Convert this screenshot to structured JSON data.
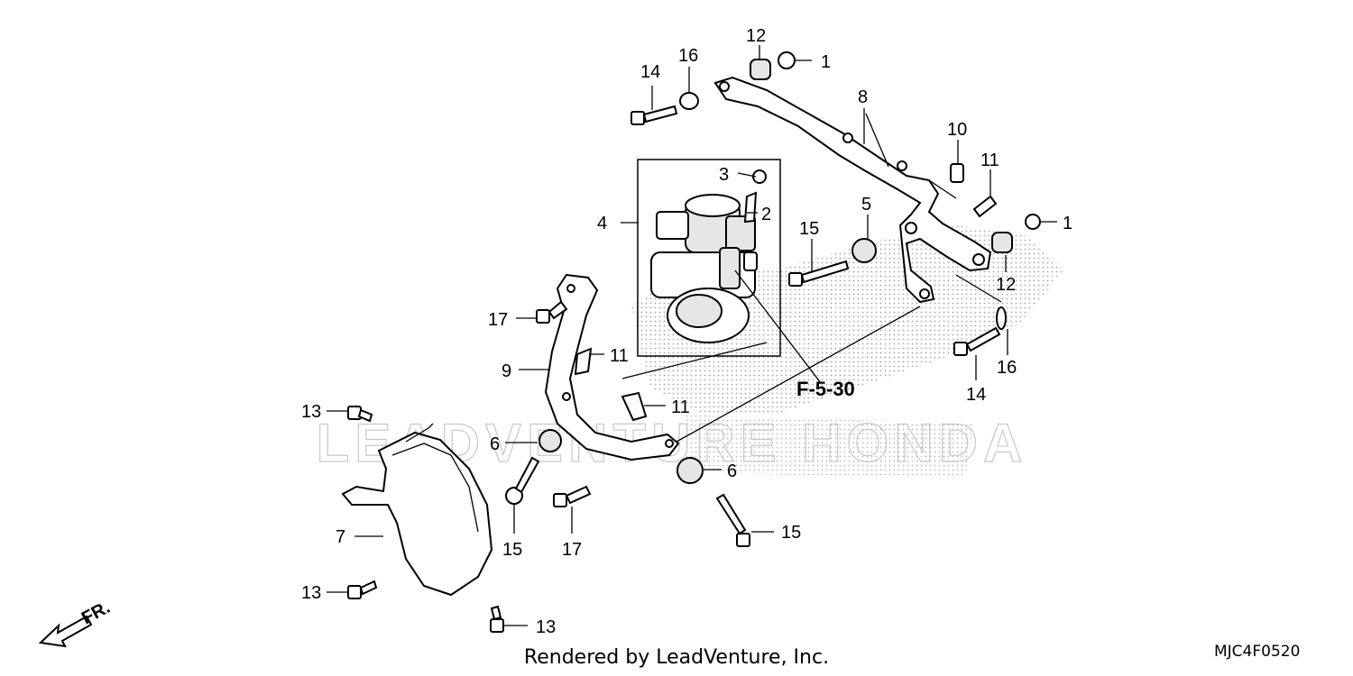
{
  "diagram": {
    "reference_label": "F-5-30",
    "front_indicator": "FR.",
    "watermark": "LEADVENTURE HONDA",
    "callouts": [
      {
        "id": "c1a",
        "text": "1"
      },
      {
        "id": "c1b",
        "text": "1"
      },
      {
        "id": "c2",
        "text": "2"
      },
      {
        "id": "c3",
        "text": "3"
      },
      {
        "id": "c4",
        "text": "4"
      },
      {
        "id": "c5",
        "text": "5"
      },
      {
        "id": "c6a",
        "text": "6"
      },
      {
        "id": "c6b",
        "text": "6"
      },
      {
        "id": "c7",
        "text": "7"
      },
      {
        "id": "c8",
        "text": "8"
      },
      {
        "id": "c9",
        "text": "9"
      },
      {
        "id": "c10",
        "text": "10"
      },
      {
        "id": "c11a",
        "text": "11"
      },
      {
        "id": "c11b",
        "text": "11"
      },
      {
        "id": "c11c",
        "text": "11"
      },
      {
        "id": "c12a",
        "text": "12"
      },
      {
        "id": "c12b",
        "text": "12"
      },
      {
        "id": "c13a",
        "text": "13"
      },
      {
        "id": "c13b",
        "text": "13"
      },
      {
        "id": "c13c",
        "text": "13"
      },
      {
        "id": "c14a",
        "text": "14"
      },
      {
        "id": "c14b",
        "text": "14"
      },
      {
        "id": "c15a",
        "text": "15"
      },
      {
        "id": "c15b",
        "text": "15"
      },
      {
        "id": "c15c",
        "text": "15"
      },
      {
        "id": "c16a",
        "text": "16"
      },
      {
        "id": "c16b",
        "text": "16"
      },
      {
        "id": "c17a",
        "text": "17"
      },
      {
        "id": "c17b",
        "text": "17"
      }
    ]
  },
  "footer": {
    "credit": "Rendered by LeadVenture, Inc.",
    "diagram_code": "MJC4F0520"
  }
}
